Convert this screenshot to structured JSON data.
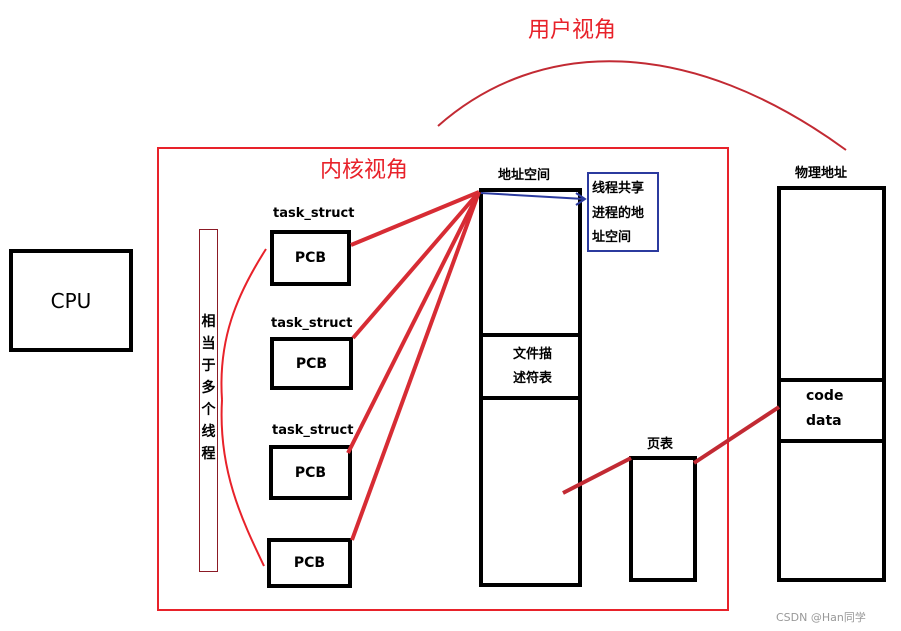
{
  "titles": {
    "user_view": "用户视角",
    "kernel_view": "内核视角"
  },
  "cpu": {
    "label": "CPU"
  },
  "threads_note": {
    "chars": [
      "相",
      "当",
      "于",
      "多",
      "个",
      "线",
      "程"
    ]
  },
  "tasks": [
    {
      "struct_label": "task_struct",
      "pcb_label": "PCB"
    },
    {
      "struct_label": "task_struct",
      "pcb_label": "PCB"
    },
    {
      "struct_label": "task_struct",
      "pcb_label": "PCB"
    },
    {
      "struct_label": "",
      "pcb_label": "PCB"
    }
  ],
  "address_space": {
    "title": "地址空间",
    "fd_line1": "文件描",
    "fd_line2": "述符表"
  },
  "shared_note": {
    "line1": "线程共享",
    "line2": "进程的地",
    "line3": "址空间"
  },
  "page_table": {
    "title": "页表"
  },
  "physical": {
    "title": "物理地址",
    "code": "code",
    "data": "data"
  },
  "watermark": "CSDN @Han同学",
  "colors": {
    "red": "#e8222a",
    "dark_red": "#c22a33",
    "blue": "#2b3a9e",
    "black": "#000000"
  }
}
